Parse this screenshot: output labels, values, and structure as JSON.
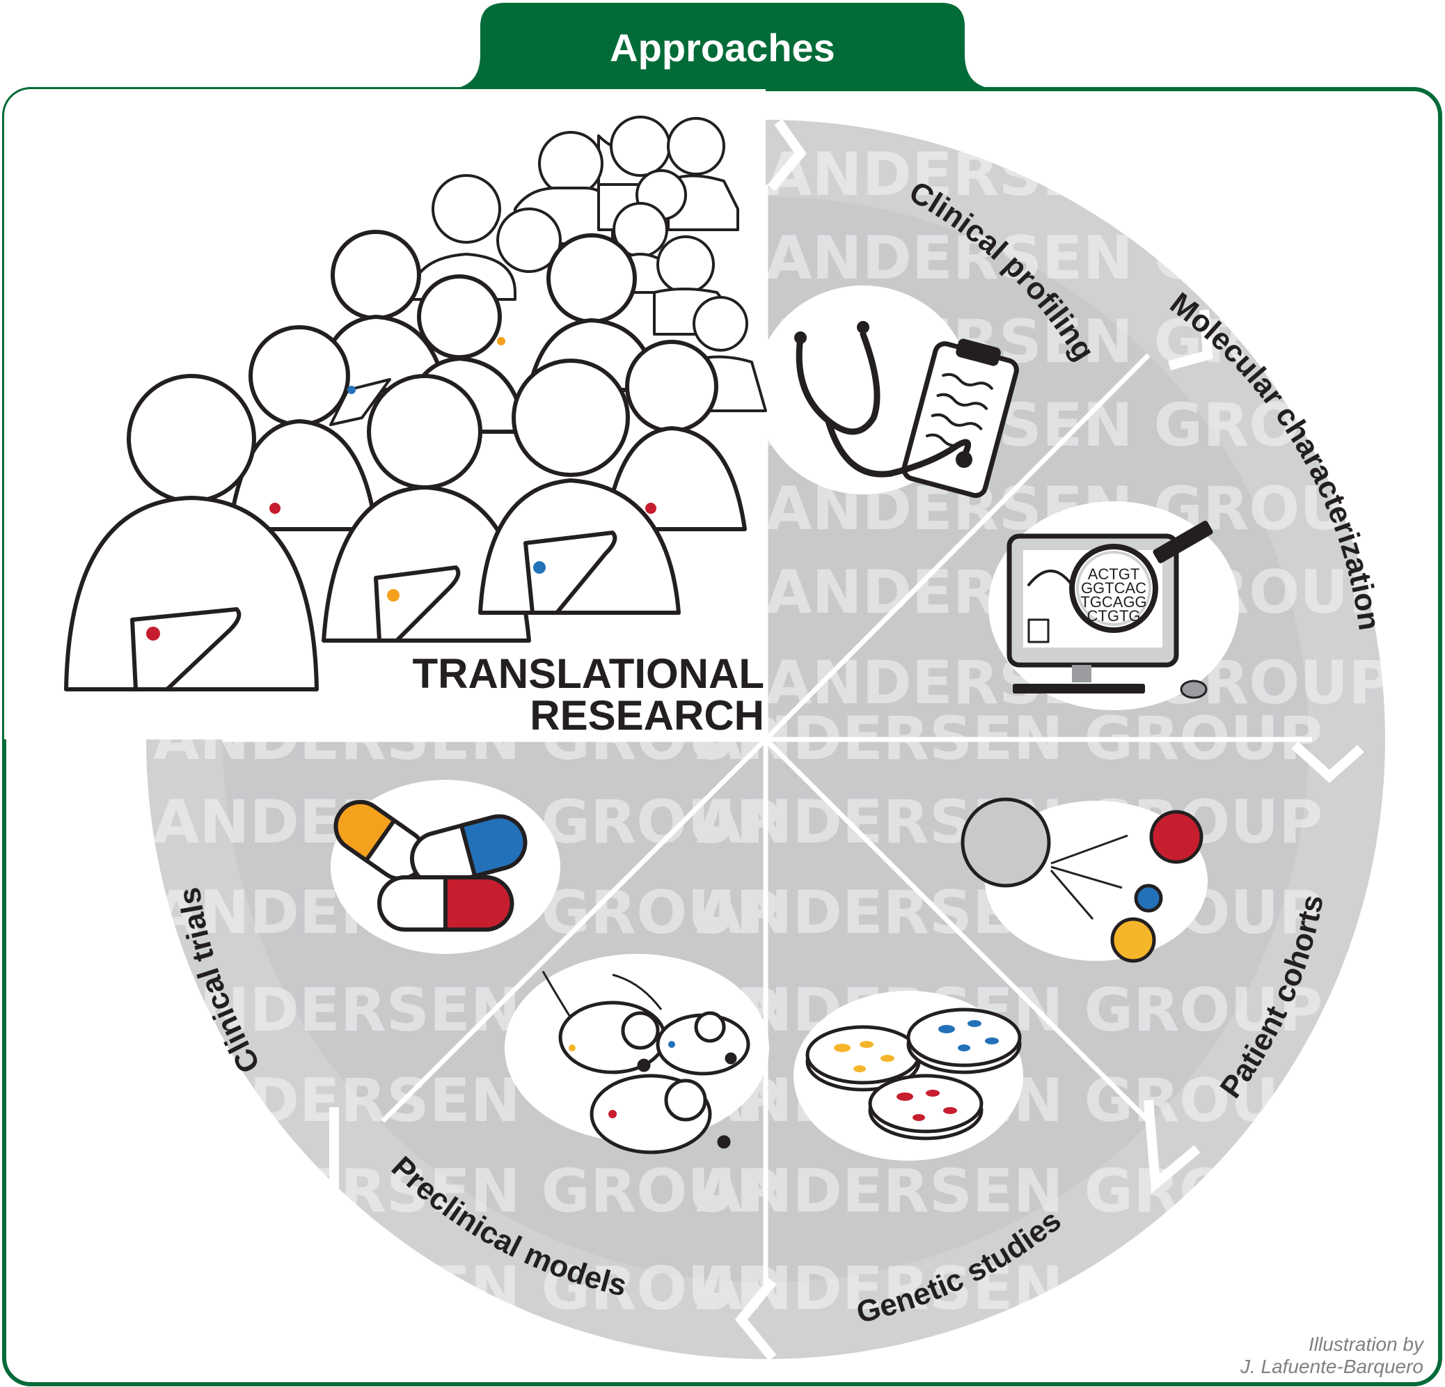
{
  "header": {
    "title": "Approaches"
  },
  "center": {
    "title_line1": "TRANSLATIONAL",
    "title_line2": "RESEARCH"
  },
  "stages": [
    {
      "id": "clinical-profiling",
      "label": "Clinical profiling"
    },
    {
      "id": "molecular-characterization",
      "label": "Molecular characterization"
    },
    {
      "id": "patient-cohorts",
      "label": "Patient cohorts"
    },
    {
      "id": "genetic-studies",
      "label": "Genetic studies"
    },
    {
      "id": "preclinical-models",
      "label": "Preclinical models"
    },
    {
      "id": "clinical-trials",
      "label": "Clinical trials"
    }
  ],
  "dna": {
    "row1": "ACTGT",
    "row2": "GGTCAC",
    "row3": "TGCAGG",
    "row4": "CTGTG"
  },
  "watermark": "ANDERSEN GROUP",
  "credit": {
    "line1": "Illustration by",
    "line2": "J. Lafuente-Barquero"
  },
  "colors": {
    "brand_green": "#036b38",
    "ring_gray": "#d0d1d3",
    "wedge_gray": "#c8c9cb",
    "pill_orange": "#f4a11e",
    "pill_blue": "#2371b9",
    "pill_red": "#c61e2e",
    "dot_yellow": "#f5b52a"
  }
}
